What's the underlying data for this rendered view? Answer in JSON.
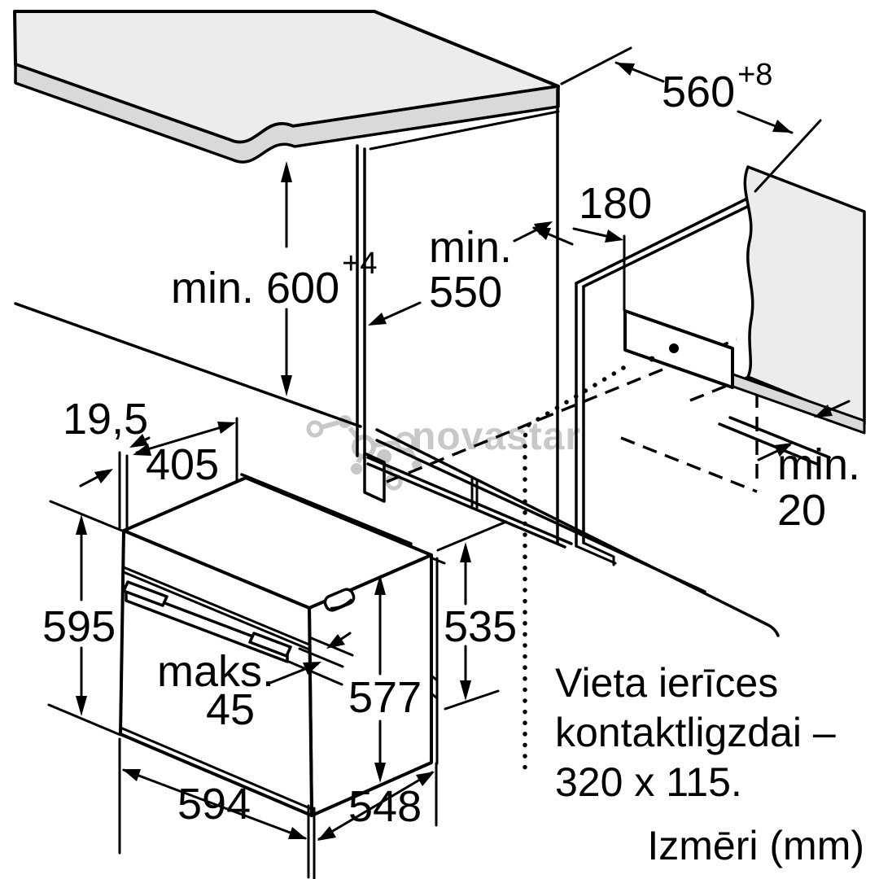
{
  "watermark": {
    "text": "novastar"
  },
  "colors": {
    "line": "#000000",
    "countertop_surface": "#ececec",
    "countertop_edge": "#d9d9d9",
    "watermark_gray": "#c8c8c8"
  },
  "niche": {
    "height_min": "min. 600",
    "height_min_sup": "+4",
    "width": "560",
    "width_sup": "+8",
    "depth_min_line1": "min.",
    "depth_min_line2": "550",
    "outlet_offset": "180",
    "rear_gap_line1": "min.",
    "rear_gap_line2": "20",
    "socket_note_line1": "Vieta ierīces",
    "socket_note_line2": "kontaktligzdai –",
    "socket_note_line3": "320 x 115."
  },
  "oven": {
    "rear_panel_depth": "19,5",
    "top_recess_depth": "405",
    "front_height": "595",
    "door_protrusion_line1": "maks.",
    "door_protrusion_line2": "45",
    "body_height": "577",
    "insert_height": "535",
    "width": "594",
    "depth": "548"
  },
  "footer": {
    "units_label": "Izmēri (mm)"
  }
}
